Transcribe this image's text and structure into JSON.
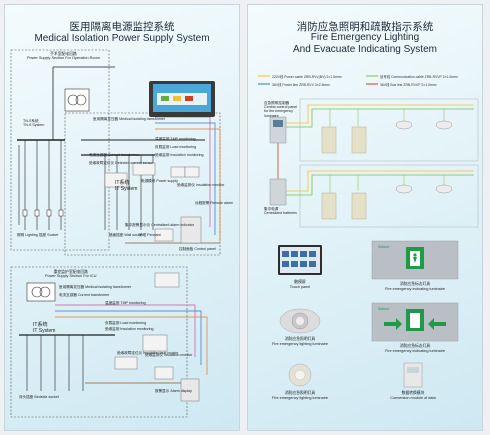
{
  "left": {
    "title_zh": "医用隔离电源监控系统",
    "title_en": "Medical Isolation Power Supply System",
    "or_section": {
      "zh": "手术室配电回路",
      "en": "Power Supply Section For Operation Room"
    },
    "tnc": {
      "zh": "TN-S系统",
      "en": "TN-S System"
    },
    "it1": {
      "zh": "IT系统",
      "en": "IT System"
    },
    "icu_section": {
      "zh": "重症监护室配电回路",
      "en": "Power Supply Section For ICU"
    },
    "it2": {
      "zh": "IT系统",
      "en": "IT System"
    },
    "labels": [
      "医用隔离变压器 Medical isolating transformer",
      "温度监测 TMP monitoring",
      "负载监测 Load monitoring",
      "绝缘监测 Insulation monitoring",
      "电流互感器 Current transformer",
      "绝缘故障定位仪 Detected current sensor",
      "电源模块 Power supply",
      "绝缘监测仪 Insulation monitor",
      "远程报警 Remote alarm",
      "集中报警显示仪 Centralized alarm indicator",
      "照明 Lighting",
      "插座 Socket",
      "墙面插座 Wall socket",
      "吊塔 Pendant",
      "控制面板 Control panel"
    ],
    "icu_labels": [
      "医用隔离变压器 Medical isolating transformer",
      "电流互感器 Current transformer",
      "温度监测 TMP monitoring",
      "负载监测 Load monitoring",
      "绝缘监测 Insulation monitoring",
      "绝缘故障定位仪 Insulation fault locator",
      "绝缘监测仪 Insulation monitor",
      "报警显示 Alarm display",
      "床头插座 Bedside socket"
    ]
  },
  "right": {
    "title_zh": "消防应急照明和疏散指示系统",
    "title_en_1": "Fire Emergency Lighting",
    "title_en_2": "And Evacuate Indicating System",
    "legend": [
      "220V线 Power cable ZRB-RVV(BV) 2×1.5mm²",
      "信号线 Communication cable ZRB-RVVP 2×1.0mm²",
      "36V线 Power line ZRB-RVV 3×2.5mm²",
      "36V线 Bus line ZRB-RVVP 2×1.0mm²"
    ],
    "central_panel": {
      "zh": "应急照明控制器",
      "en": "Central control panel for the emergency luminaire"
    },
    "batteries": {
      "zh": "集中电源",
      "en": "Centralized batteries"
    },
    "products": [
      {
        "zh": "触摸屏",
        "en": "Touch panel"
      },
      {
        "zh": "消防应急标志灯具",
        "en": "Fire emergency indicating luminaire"
      },
      {
        "zh": "消防应急照明灯具",
        "en": "Fire emergency lighting luminaire"
      },
      {
        "zh": "消防应急标志灯具",
        "en": "Fire emergency indicating luminaire"
      },
      {
        "zh": "消防应急照明灯具",
        "en": "Fire emergency lighting luminaire"
      },
      {
        "zh": "数据转换模块",
        "en": "Conversion module of data"
      }
    ],
    "brand": "Sekure",
    "touch_title": "Fire emergency lighting"
  }
}
